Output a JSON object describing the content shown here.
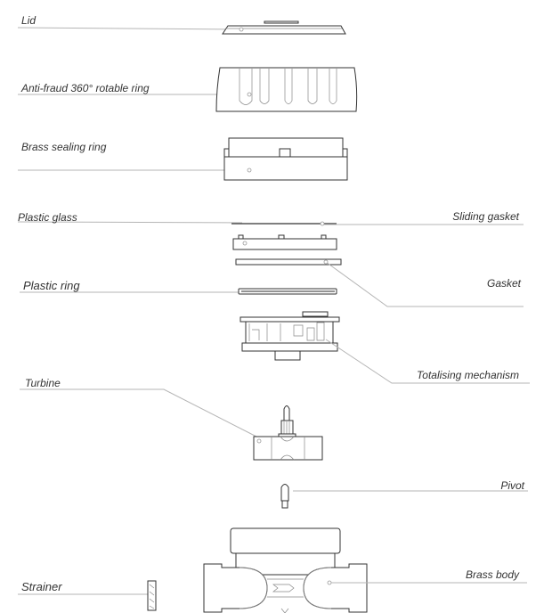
{
  "diagram": {
    "labels": {
      "lid": "Lid",
      "ring": "Anti-fraud 360° rotable ring",
      "sealing": "Brass sealing ring",
      "glass": "Plastic glass",
      "sliding": "Sliding gasket",
      "gasket": "Gasket",
      "plastic_ring": "Plastic ring",
      "totalising": "Totalising mechanism",
      "turbine": "Turbine",
      "pivot": "Pivot",
      "body": "Brass body",
      "strainer": "Strainer"
    }
  }
}
